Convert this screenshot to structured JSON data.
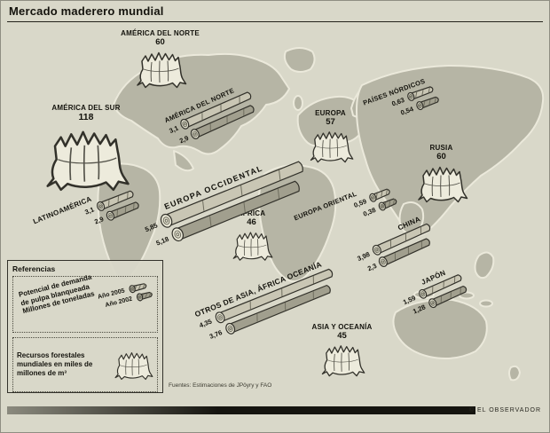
{
  "title": "Mercado maderero mundial",
  "source": "Fuentes: Estimaciones de JPöyry y FAO",
  "credit": "© EL OBSERVADOR",
  "legend": {
    "title": "Referencias",
    "pulp_lines": [
      "Potencial de demanda",
      "de pulpa blanqueada",
      "Millones de toneladas"
    ],
    "year_top": "Año 2005",
    "year_bottom": "Año 2002",
    "forest_lines": [
      "Recursos forestales",
      "mundiales en miles de",
      "millones de m³"
    ]
  },
  "stumps": [
    {
      "id": "north-america",
      "label": "AMÉRICA DEL NORTE",
      "value": "60"
    },
    {
      "id": "south-america",
      "label": "AMÉRICA DEL SUR",
      "value": "118"
    },
    {
      "id": "europe",
      "label": "EUROPA",
      "value": "57"
    },
    {
      "id": "russia",
      "label": "RUSIA",
      "value": "60"
    },
    {
      "id": "africa",
      "label": "ÁFRICA",
      "value": "46"
    },
    {
      "id": "asia-oceania",
      "label": "ASIA Y OCEANÍA",
      "value": "45"
    }
  ],
  "log_pairs": [
    {
      "id": "north-america",
      "label": "AMÉRICA DEL NORTE",
      "v2005": "3,1",
      "v2002": "2,9"
    },
    {
      "id": "nordic",
      "label": "PAÍSES NÓRDICOS",
      "v2005": "0,63",
      "v2002": "0,54"
    },
    {
      "id": "western-europe",
      "label": "EUROPA OCCIDENTAL",
      "v2005": "5,85",
      "v2002": "5,18"
    },
    {
      "id": "latin-america",
      "label": "LATINOAMÉRICA",
      "v2005": "3,1",
      "v2002": "2,9"
    },
    {
      "id": "eastern-europe",
      "label": "EUROPA ORIENTAL",
      "v2005": "0,59",
      "v2002": "0,38"
    },
    {
      "id": "china",
      "label": "CHINA",
      "v2005": "3,98",
      "v2002": "2,3"
    },
    {
      "id": "japan",
      "label": "JAPÓN",
      "v2005": "1,59",
      "v2002": "1,28"
    },
    {
      "id": "other-asia",
      "label": "OTROS DE ASIA, ÁFRICA OCEANÍA",
      "v2005": "4,35",
      "v2002": "3,76"
    }
  ],
  "chart_data": [
    {
      "type": "bar",
      "title": "Recursos forestales mundiales",
      "ylabel": "miles de millones de m³",
      "categories": [
        "América del Norte",
        "América del Sur",
        "Europa",
        "Rusia",
        "África",
        "Asia y Oceanía"
      ],
      "values": [
        60,
        118,
        57,
        60,
        46,
        45
      ]
    },
    {
      "type": "bar",
      "title": "Potencial de demanda de pulpa blanqueada",
      "ylabel": "Millones de toneladas",
      "categories": [
        "América del Norte",
        "Países Nórdicos",
        "Europa Occidental",
        "Latinoamérica",
        "Europa Oriental",
        "China",
        "Japón",
        "Otros de Asia, África Oceanía"
      ],
      "series": [
        {
          "name": "Año 2005",
          "values": [
            3.1,
            0.63,
            5.85,
            3.1,
            0.59,
            3.98,
            1.59,
            4.35
          ]
        },
        {
          "name": "Año 2002",
          "values": [
            2.9,
            0.54,
            5.18,
            2.9,
            0.38,
            2.3,
            1.28,
            3.76
          ]
        }
      ]
    }
  ]
}
